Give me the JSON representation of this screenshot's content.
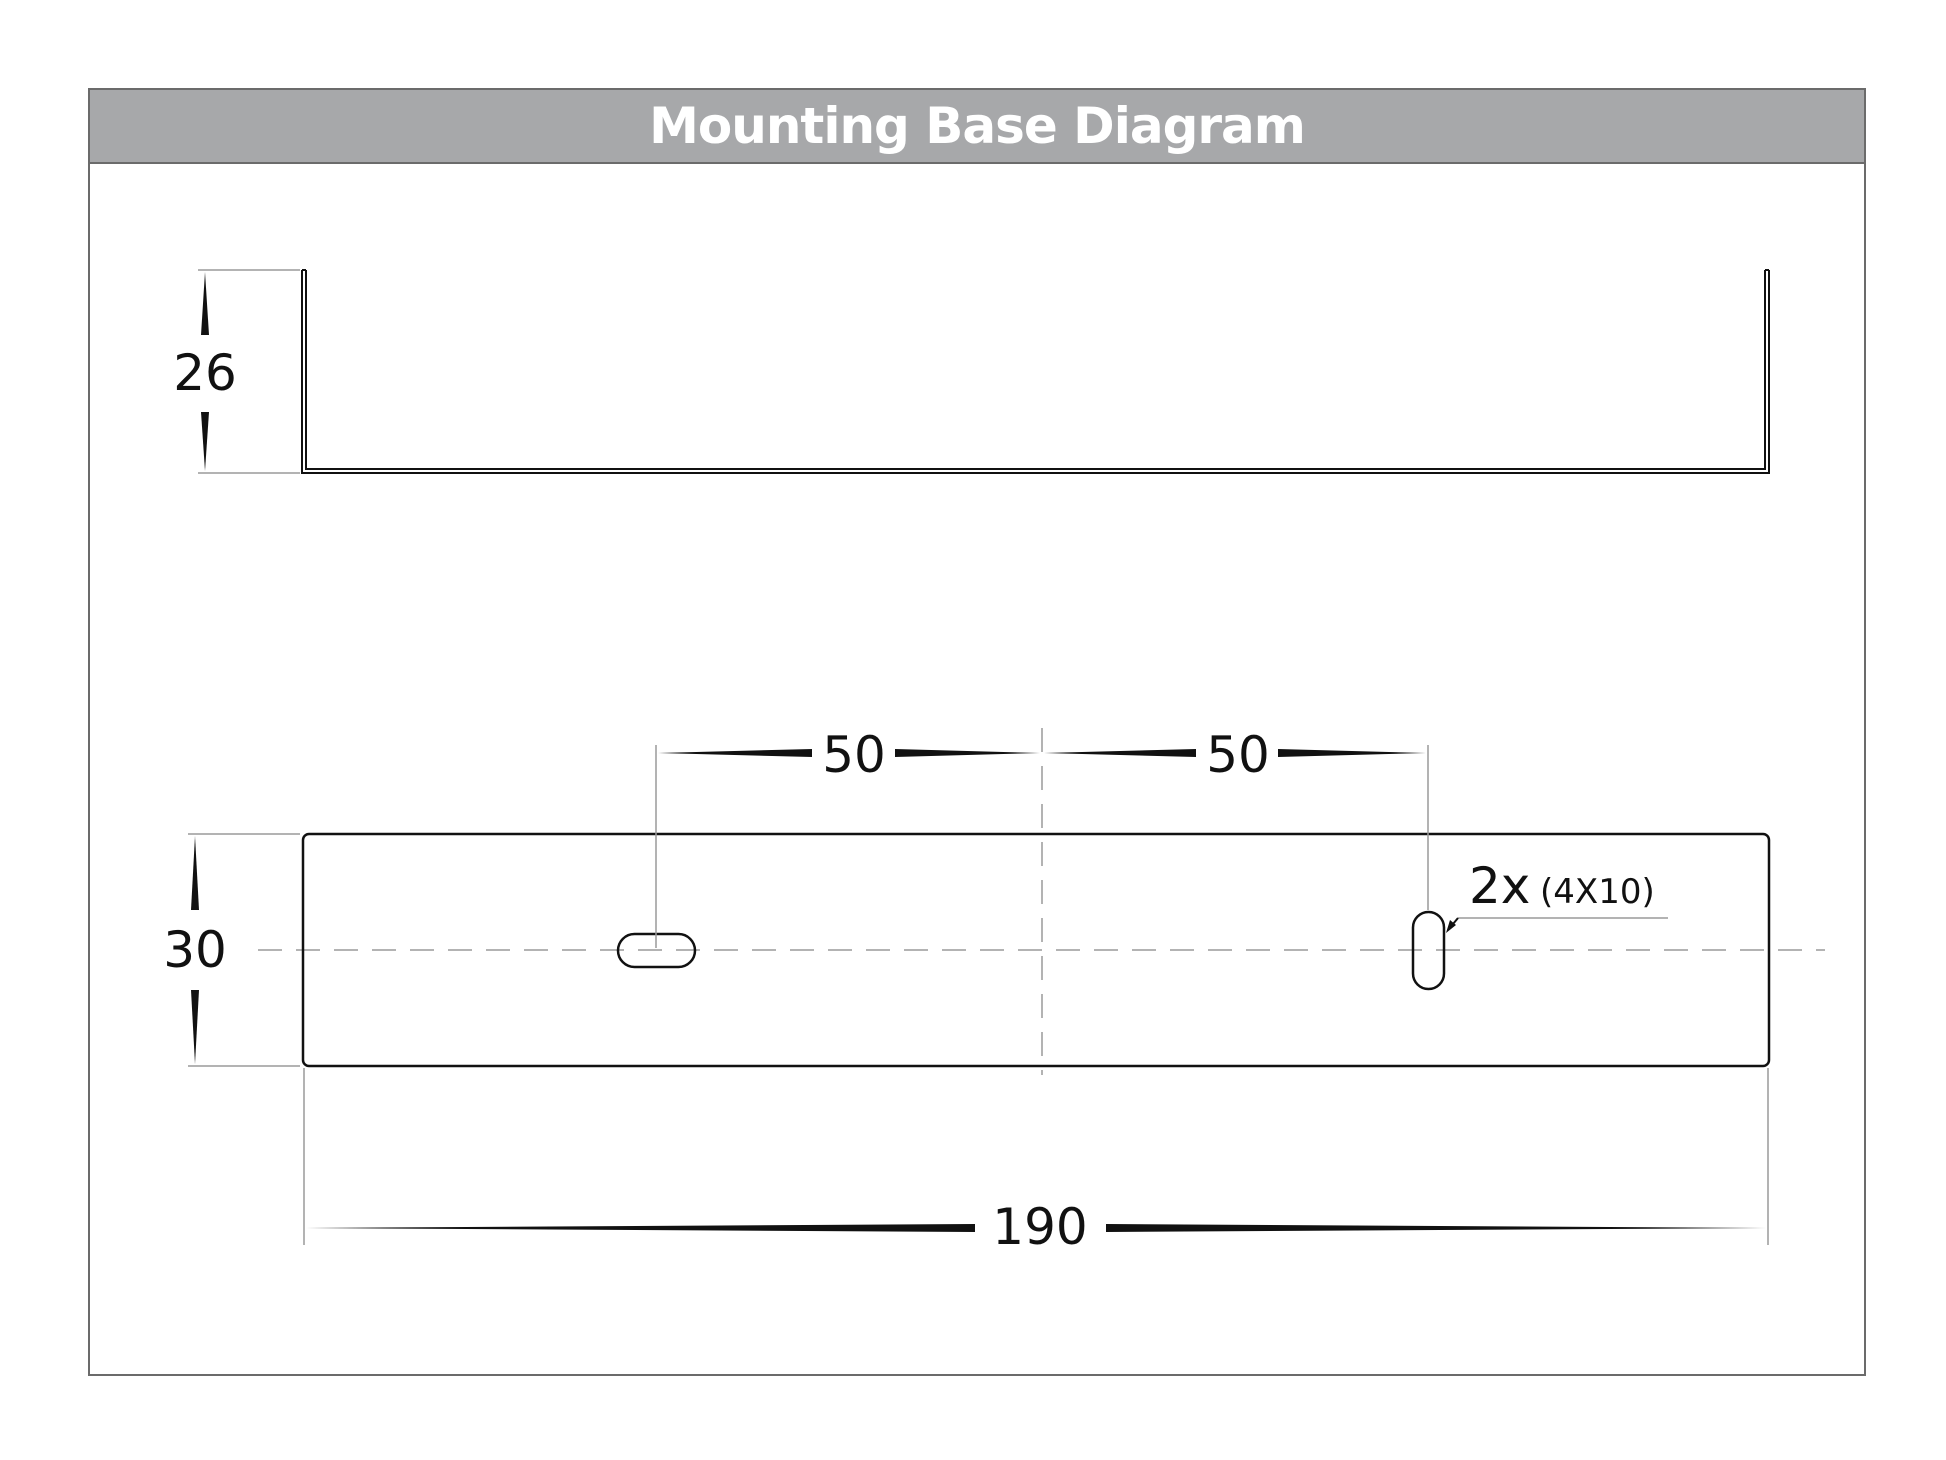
{
  "header": {
    "title": "Mounting Base Diagram"
  },
  "side_view": {
    "height_label": "26"
  },
  "top_view": {
    "width_label": "30",
    "length_label": "190",
    "left_offset_label": "50",
    "right_offset_label": "50",
    "slot_count_label": "2x",
    "slot_size_label": "(4X10)"
  },
  "colors": {
    "title_bar": "#a7a8aa",
    "title_text": "#ffffff",
    "frame": "#6b6b6b",
    "outline": "#111111",
    "dim_line": "#9a9a9a"
  }
}
